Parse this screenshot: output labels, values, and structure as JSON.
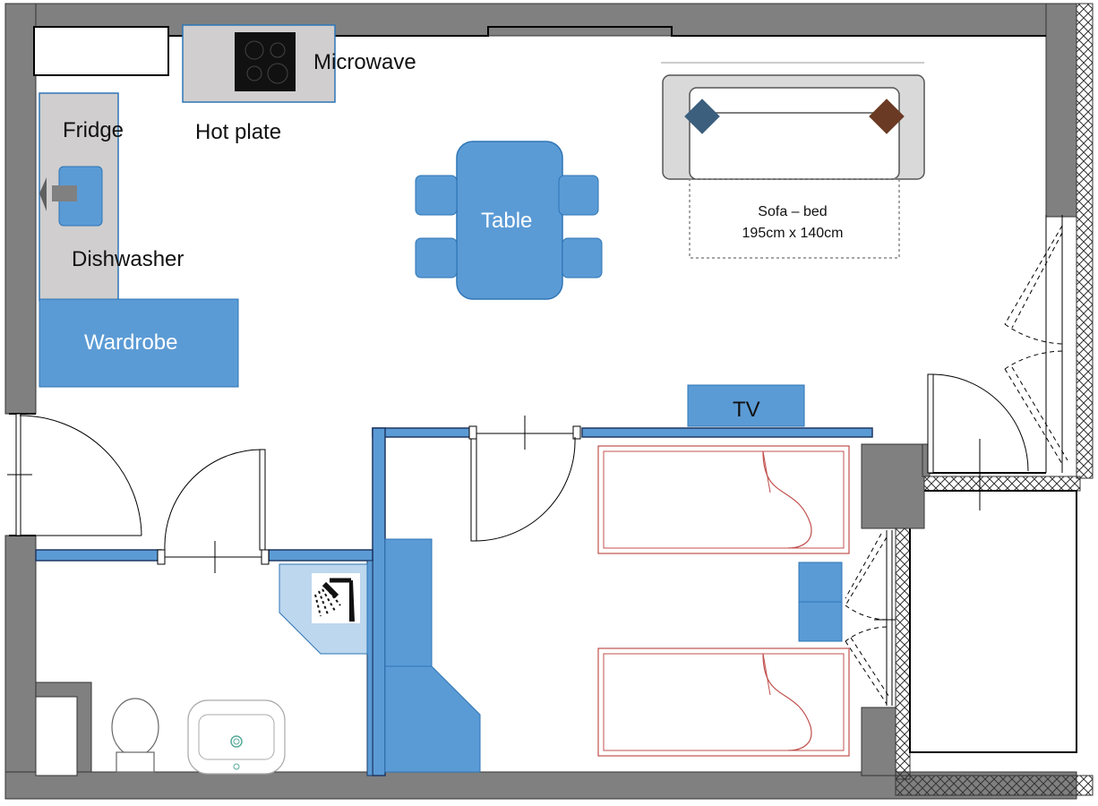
{
  "labels": {
    "microwave": "Microwave",
    "hot_plate": "Hot plate",
    "fridge": "Fridge",
    "dishwasher": "Dishwasher",
    "wardrobe": "Wardrobe",
    "table": "Table",
    "sofa_title": "Sofa – bed",
    "sofa_size": "195cm x 140cm",
    "tv": "TV"
  },
  "colors": {
    "wall": "#808080",
    "furniture_blue": "#5b9bd5",
    "counter_grey": "#d0cece",
    "shower_blue": "#bdd7ee",
    "bed_line": "#c0504d",
    "sofa_frame": "#d9d9d9",
    "pillow_left": "#3b5f7d",
    "pillow_right": "#6b3a24"
  }
}
